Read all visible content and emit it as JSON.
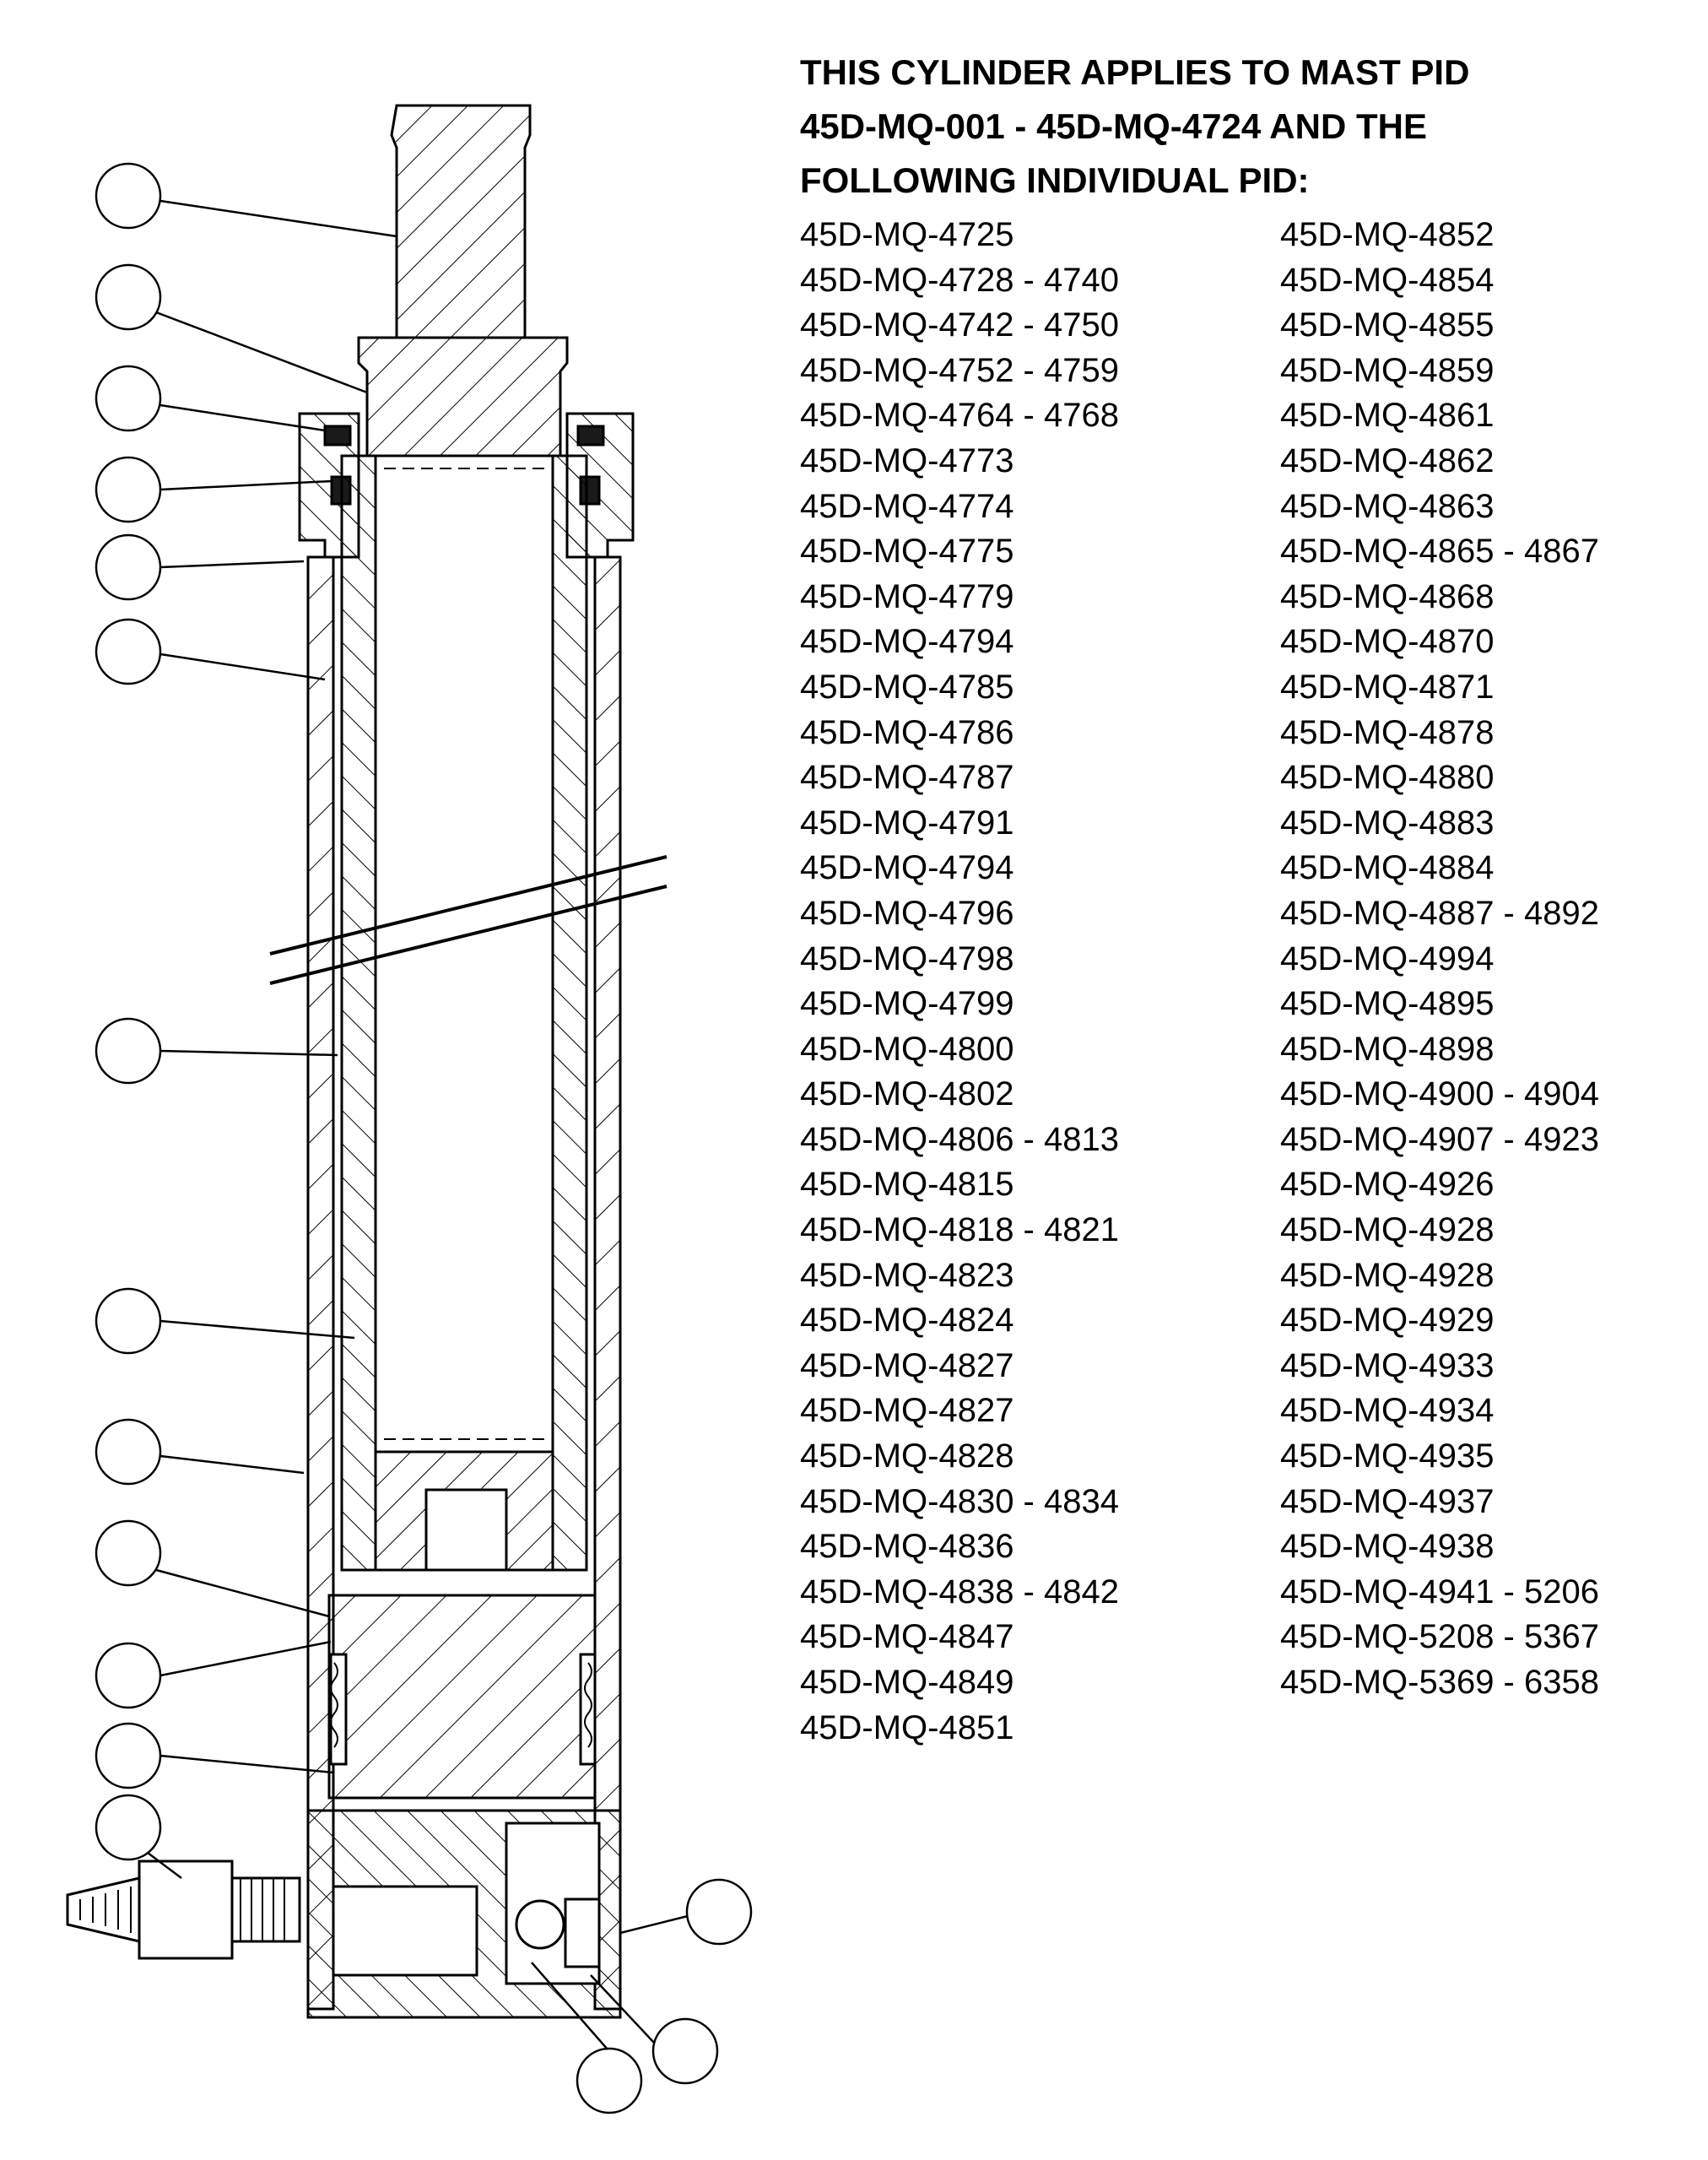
{
  "heading": {
    "line1": "THIS CYLINDER APPLIES TO MAST PID",
    "line2": "45D-MQ-001 - 45D-MQ-4724 AND THE",
    "line3": "FOLLOWING INDIVIDUAL PID:"
  },
  "pid_left": [
    "45D-MQ-4725",
    "45D-MQ-4728 - 4740",
    "45D-MQ-4742 - 4750",
    "45D-MQ-4752 - 4759",
    "45D-MQ-4764 - 4768",
    "45D-MQ-4773",
    "45D-MQ-4774",
    "45D-MQ-4775",
    "45D-MQ-4779",
    "45D-MQ-4794",
    "45D-MQ-4785",
    "45D-MQ-4786",
    "45D-MQ-4787",
    "45D-MQ-4791",
    "45D-MQ-4794",
    "45D-MQ-4796",
    "45D-MQ-4798",
    "45D-MQ-4799",
    "45D-MQ-4800",
    "45D-MQ-4802",
    "45D-MQ-4806 - 4813",
    "45D-MQ-4815",
    "45D-MQ-4818 - 4821",
    "45D-MQ-4823",
    "45D-MQ-4824",
    "45D-MQ-4827",
    "45D-MQ-4827",
    "45D-MQ-4828",
    "45D-MQ-4830 - 4834",
    "45D-MQ-4836",
    "45D-MQ-4838 - 4842",
    "45D-MQ-4847",
    "45D-MQ-4849",
    "45D-MQ-4851"
  ],
  "pid_right": [
    "45D-MQ-4852",
    "45D-MQ-4854",
    "45D-MQ-4855",
    "45D-MQ-4859",
    "45D-MQ-4861",
    "45D-MQ-4862",
    "45D-MQ-4863",
    "45D-MQ-4865 - 4867",
    "45D-MQ-4868",
    "45D-MQ-4870",
    "45D-MQ-4871",
    "45D-MQ-4878",
    "45D-MQ-4880",
    "45D-MQ-4883",
    "45D-MQ-4884",
    "45D-MQ-4887 - 4892",
    "45D-MQ-4994",
    "45D-MQ-4895",
    "45D-MQ-4898",
    "45D-MQ-4900 - 4904",
    "45D-MQ-4907 - 4923",
    "45D-MQ-4926",
    "45D-MQ-4928",
    "45D-MQ-4928",
    "45D-MQ-4929",
    "45D-MQ-4933",
    "45D-MQ-4934",
    "45D-MQ-4935",
    "45D-MQ-4937",
    "45D-MQ-4938",
    "45D-MQ-4941 - 5206",
    "45D-MQ-5208 - 5367",
    "45D-MQ-5369 - 6358"
  ],
  "colors": {
    "ink": "#000000",
    "seal": "#1a1a1a",
    "paper": "#ffffff"
  }
}
